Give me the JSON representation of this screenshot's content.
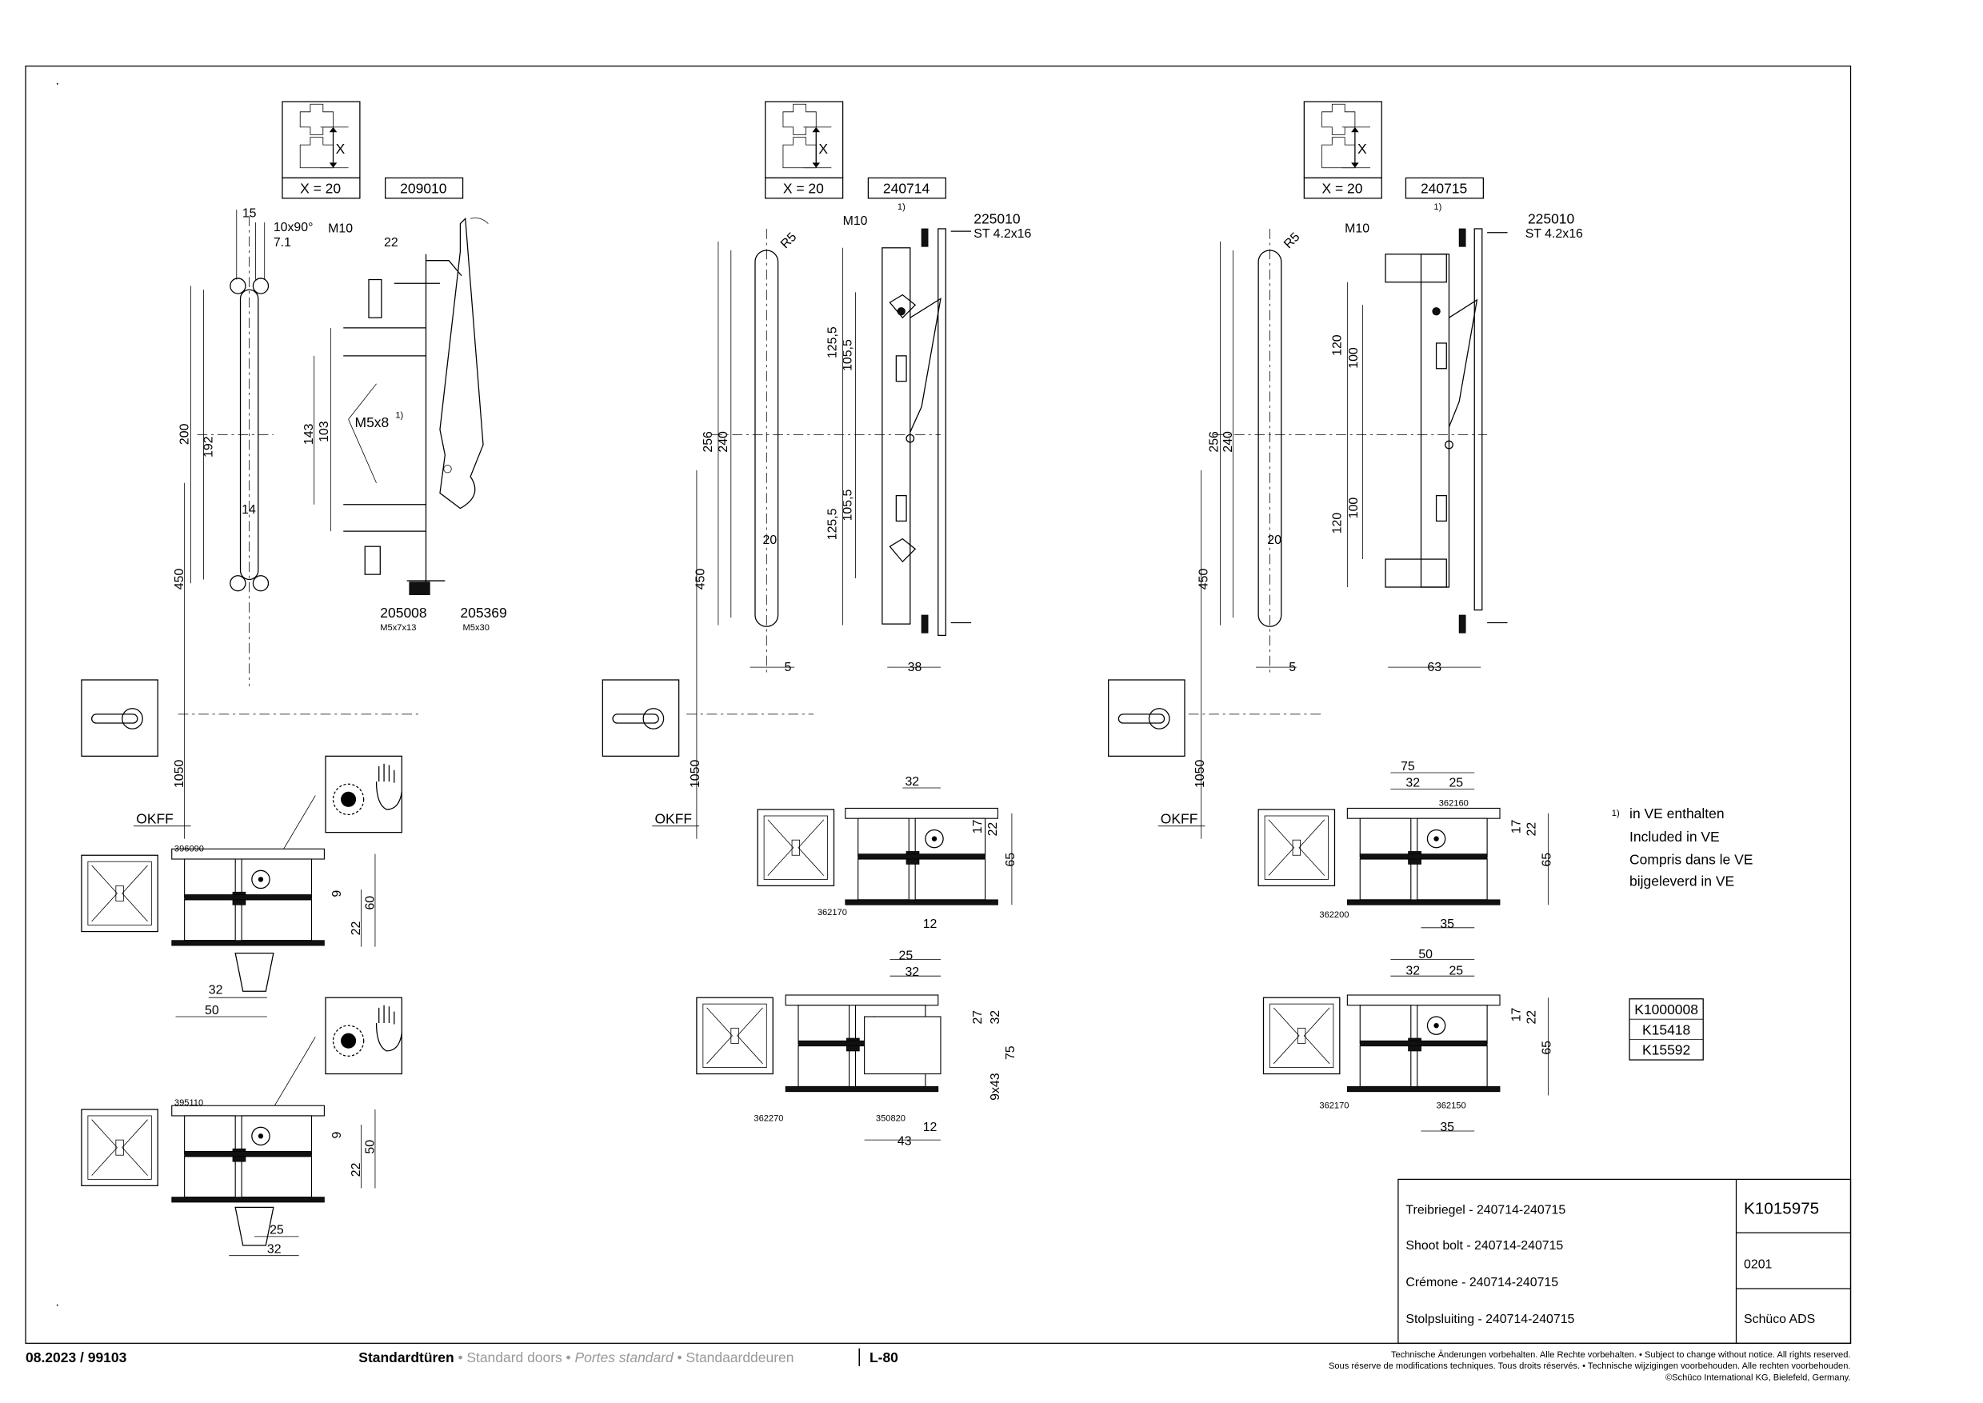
{
  "document": {
    "footer_left": "08.2023 / 99103",
    "footer_title_de": "Standardtüren",
    "footer_title_en": "Standard doors",
    "footer_title_fr": "Portes standard",
    "footer_title_nl": "Standaarddeuren",
    "footer_sep": "•",
    "page_number": "L-80",
    "legal_1": "Technische Änderungen vorbehalten. Alle Rechte vorbehalten. • Subject to change without notice. All rights reserved.",
    "legal_2": "Sous réserve de modifications techniques. Tous droits réservés. • Technische wijzigingen voorbehouden. Alle rechten voorbehouden.",
    "legal_3": "©Schüco International KG, Bielefeld, Germany."
  },
  "title_block": {
    "lines": [
      "Treibriegel - 240714-240715",
      "Shoot bolt - 240714-240715",
      "Crémone - 240714-240715",
      "Stolpsluiting - 240714-240715"
    ],
    "code": "K1015975",
    "number": "0201",
    "system": "Schüco ADS"
  },
  "footnote": {
    "marker": "1)",
    "lines": [
      "in VE enthalten",
      "Included in VE",
      "Compris dans le VE",
      "bijgeleverd in VE"
    ]
  },
  "ref_table": [
    "K1000008",
    "K15418",
    "K15592"
  ],
  "panels": [
    {
      "x_label": "X = 20",
      "x_symbol": "X",
      "part": "209010",
      "okff": "OKFF",
      "h1050": "1050",
      "h450": "450",
      "dims": [
        "15",
        "10x90°",
        "7.1",
        "M10",
        "22",
        "200",
        "192",
        "14",
        "143",
        "103",
        "M5x8",
        "1)",
        "205008",
        "M5x7x13",
        "205369",
        "M5x30"
      ],
      "sec1": [
        "396090",
        "9",
        "60",
        "22",
        "32",
        "50"
      ],
      "sec2": [
        "395110",
        "9",
        "50",
        "22",
        "25",
        "32"
      ]
    },
    {
      "x_label": "X = 20",
      "x_symbol": "X",
      "part": "240714",
      "okff": "OKFF",
      "h1050": "1050",
      "h450": "450",
      "dims": [
        "R5",
        "M10",
        "1)",
        "225010",
        "ST 4.2x16",
        "256",
        "240",
        "125,5",
        "105,5",
        "125,5",
        "105,5",
        "20",
        "5",
        "38"
      ],
      "sec1": [
        "32",
        "17",
        "22",
        "65",
        "362170",
        "12"
      ],
      "sec2": [
        "25",
        "32",
        "27",
        "32",
        "75",
        "9x43",
        "362270",
        "350820",
        "12",
        "43"
      ]
    },
    {
      "x_label": "X = 20",
      "x_symbol": "X",
      "part": "240715",
      "okff": "OKFF",
      "h1050": "1050",
      "h450": "450",
      "dims": [
        "R5",
        "M10",
        "1)",
        "225010",
        "ST 4.2x16",
        "256",
        "240",
        "120",
        "100",
        "120",
        "100",
        "20",
        "5",
        "63"
      ],
      "sec1": [
        "75",
        "32",
        "25",
        "362160",
        "17",
        "22",
        "65",
        "362200",
        "35"
      ],
      "sec2": [
        "50",
        "32",
        "25",
        "17",
        "22",
        "65",
        "362170",
        "362150",
        "35"
      ]
    }
  ]
}
